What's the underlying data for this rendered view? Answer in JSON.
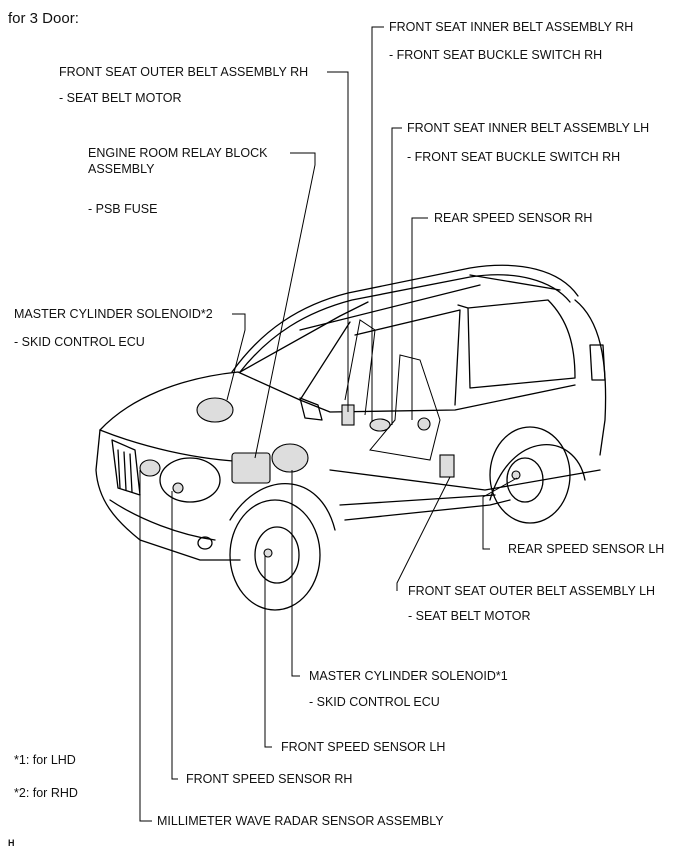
{
  "heading": "for 3 Door:",
  "labels": {
    "inner_belt_rh": "FRONT SEAT INNER BELT ASSEMBLY RH",
    "inner_belt_rh_sub": "- FRONT SEAT BUCKLE SWITCH RH",
    "outer_belt_rh": "FRONT SEAT OUTER BELT ASSEMBLY RH",
    "outer_belt_rh_sub": "- SEAT BELT MOTOR",
    "inner_belt_lh": "FRONT SEAT INNER BELT ASSEMBLY LH",
    "inner_belt_lh_sub": "- FRONT SEAT BUCKLE SWITCH RH",
    "relay_block_1": "ENGINE ROOM RELAY BLOCK",
    "relay_block_2": "ASSEMBLY",
    "relay_block_sub": "- PSB FUSE",
    "rear_speed_rh": "REAR SPEED SENSOR RH",
    "master_cyl_2": "MASTER CYLINDER SOLENOID*2",
    "master_cyl_2_sub": "- SKID CONTROL ECU",
    "rear_speed_lh": "REAR SPEED SENSOR LH",
    "outer_belt_lh": "FRONT SEAT OUTER BELT ASSEMBLY LH",
    "outer_belt_lh_sub": "- SEAT BELT MOTOR",
    "master_cyl_1": "MASTER CYLINDER SOLENOID*1",
    "master_cyl_1_sub": "- SKID CONTROL ECU",
    "front_speed_lh": "FRONT SPEED SENSOR LH",
    "front_speed_rh": "FRONT SPEED SENSOR RH",
    "radar": "MILLIMETER WAVE RADAR SENSOR ASSEMBLY"
  },
  "notes": {
    "note1": "*1: for LHD",
    "note2": "*2: for RHD"
  },
  "figure_mark": "H"
}
